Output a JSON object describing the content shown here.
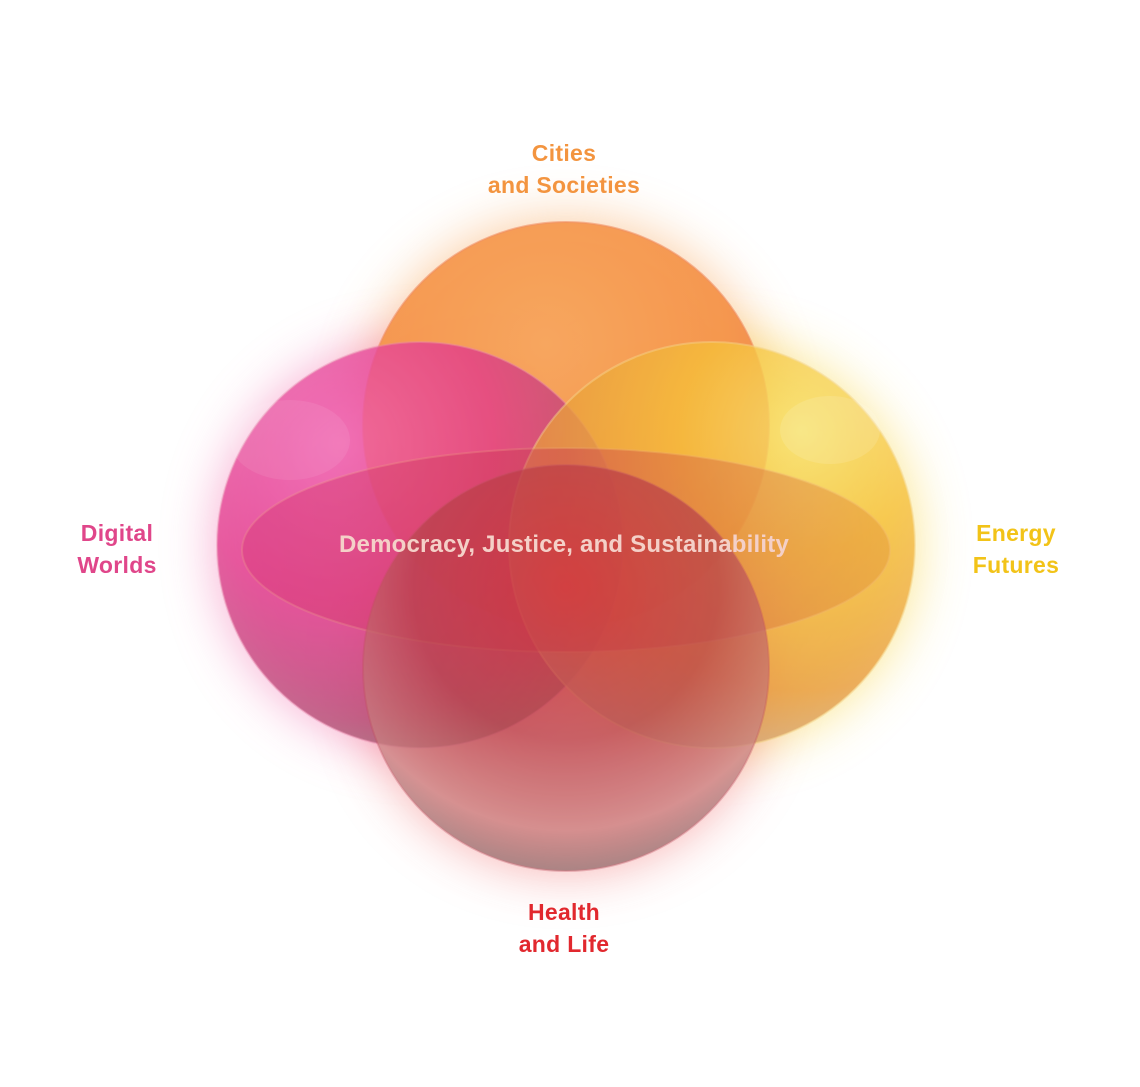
{
  "diagram": {
    "center_text": "Democracy, Justice, and Sustainability",
    "top": {
      "line1": "Cities",
      "line2": "and Societies",
      "color": "#f3943f"
    },
    "left": {
      "line1": "Digital",
      "line2": "Worlds",
      "color": "#e0468a"
    },
    "right": {
      "line1": "Energy",
      "line2": "Futures",
      "color": "#f2c318"
    },
    "bottom": {
      "line1": "Health",
      "line2": "and Life",
      "color": "#e1282e"
    },
    "center_text_color": "#f4d0c8"
  }
}
